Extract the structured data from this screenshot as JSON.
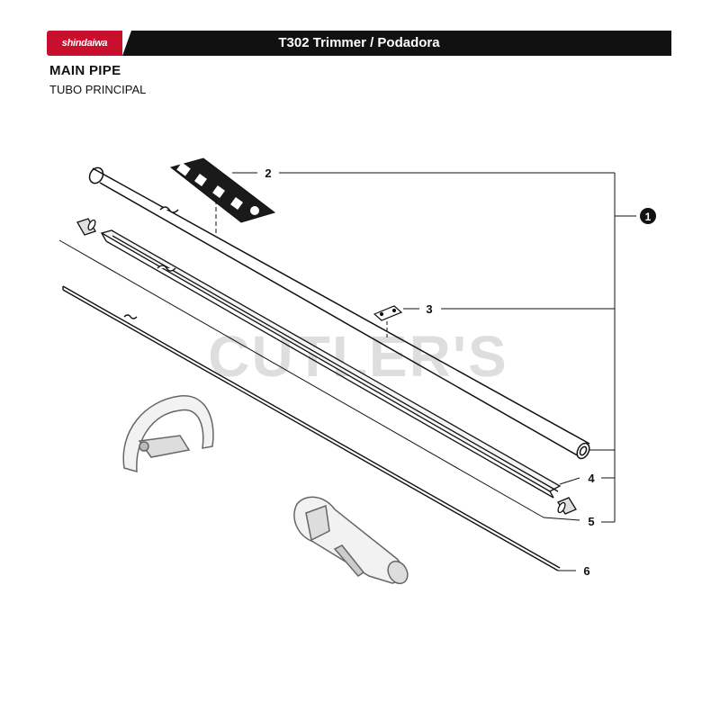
{
  "header": {
    "brand": "shindaiwa",
    "model_title": "T302 Trimmer / Podadora"
  },
  "section": {
    "title": "MAIN PIPE",
    "subtitle": "TUBO PRINCIPAL"
  },
  "watermark": "CUTLER'S",
  "callouts": {
    "assembly": "1",
    "decal": "2",
    "plate": "3",
    "liner": "4",
    "bushing": "5",
    "shaft": "6"
  },
  "colors": {
    "brand_red": "#c8102e",
    "header_bar": "#111111",
    "line": "#111111",
    "watermark": "#d4d4d4"
  }
}
